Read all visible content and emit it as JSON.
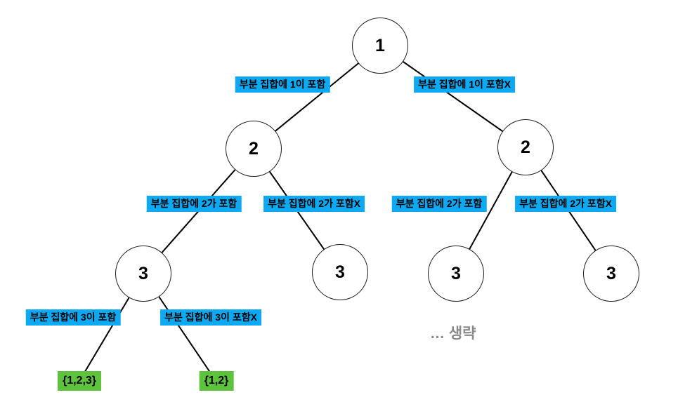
{
  "palette": {
    "background": "#ffffff",
    "edge_label_bg": "#0da9f2",
    "edge_label_text": "#000000",
    "leaf_bg": "#5ec33c",
    "leaf_text": "#000000",
    "node_fill": "#ffffff",
    "node_border": "#1c1c1c",
    "edge_line": "#000000",
    "omitted_text_color": "#8a8a8a"
  },
  "tree": {
    "nodes": [
      "1",
      "2",
      "2",
      "3",
      "3",
      "3",
      "3"
    ],
    "edge_labels": [
      "부분 집합에 1이 포함",
      "부분 집합에 1이 포함X",
      "부분 집합에 2가 포함",
      "부분 집합에 2가 포함X",
      "부분 집합에 2가 포함",
      "부분 집합에 2가 포함X",
      "부분 집합에 3이 포함",
      "부분 집합에 3이 포함X"
    ],
    "leaves": [
      "{1,2,3}",
      "{1,2}"
    ],
    "omitted_note": "… 생략"
  }
}
